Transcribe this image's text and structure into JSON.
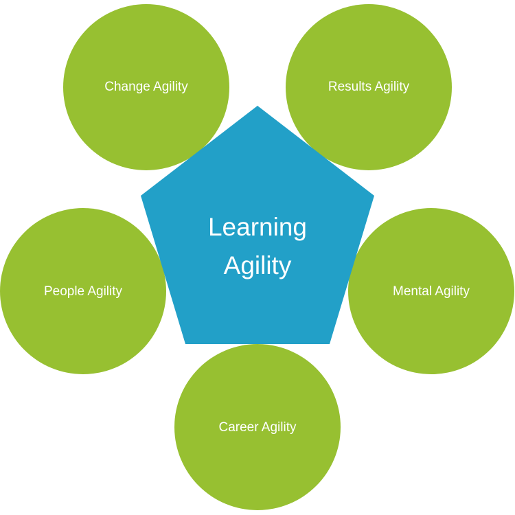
{
  "colors": {
    "circle_fill": "#97c031",
    "pentagon_fill": "#22a0c8",
    "label_text": "#ffffff",
    "background": "#ffffff"
  },
  "center": {
    "line1": "Learning",
    "line2": "Agility"
  },
  "nodes": [
    {
      "label": "Change Agility"
    },
    {
      "label": "Results Agility"
    },
    {
      "label": "People Agility"
    },
    {
      "label": "Mental Agility"
    },
    {
      "label": "Career Agility"
    }
  ]
}
